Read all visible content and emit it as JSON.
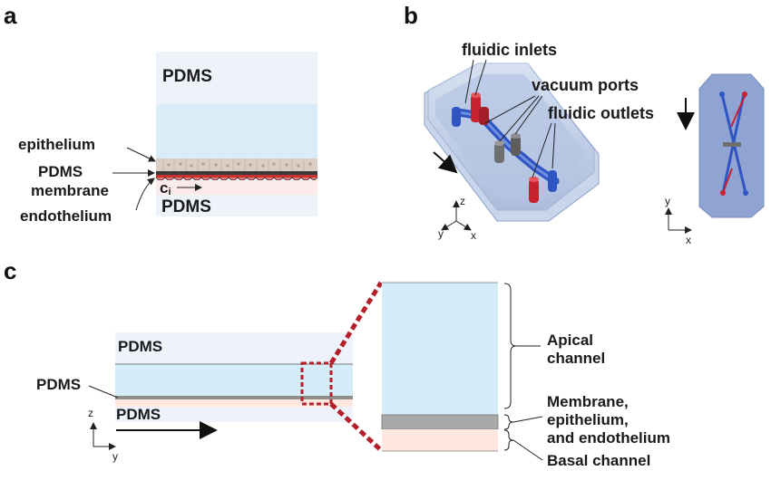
{
  "panels": {
    "a": {
      "letter": "a",
      "labels": {
        "pdms_top": "PDMS",
        "epithelium": "epithelium",
        "pdms_membrane_1": "PDMS",
        "pdms_membrane_2": "membrane",
        "endothelium": "endothelium",
        "ci": "c",
        "ci_sub": "i",
        "pdms_bottom": "PDMS"
      }
    },
    "b": {
      "letter": "b",
      "labels": {
        "fluidic_inlets": "fluidic inlets",
        "vacuum_ports": "vacuum ports",
        "fluidic_outlets": "fluidic outlets"
      },
      "axes_left": {
        "z": "z",
        "y": "y",
        "x": "x"
      },
      "axes_right": {
        "y": "y",
        "x": "x"
      }
    },
    "c": {
      "letter": "c",
      "labels": {
        "pdms_top": "PDMS",
        "pdms_middle": "PDMS",
        "pdms_bottom": "PDMS",
        "apical_1": "Apical",
        "apical_2": "channel",
        "membrane_1": "Membrane,",
        "membrane_2": "epithelium,",
        "membrane_3": "and endothelium",
        "basal": "Basal channel"
      },
      "axes": {
        "z": "z",
        "y": "y"
      }
    }
  },
  "colors": {
    "pdms": "#eef3fb",
    "apical": "#d5edf9",
    "basal": "#fde7df",
    "membrane": "#a9a9a9",
    "zoom_box": "#b3202a",
    "inlet_red": "#c8212f",
    "channel_blue": "#2f55c4",
    "vacuum_gray": "#6f6f6f"
  }
}
